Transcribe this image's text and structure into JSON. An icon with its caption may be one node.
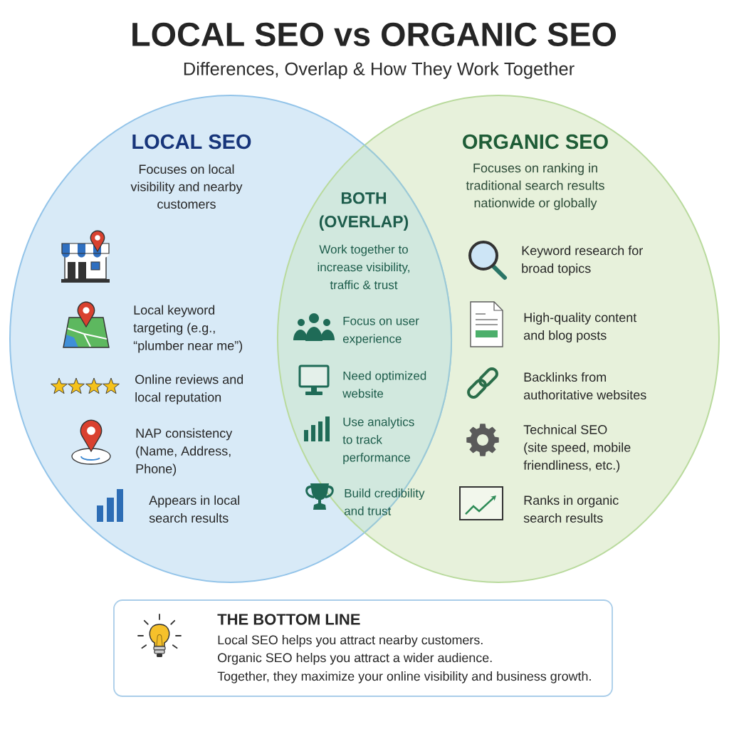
{
  "diagram": {
    "title": "LOCAL SEO vs ORGANIC SEO",
    "nodes": [
      {
        "text": [
          "LOCAL SEO",
          "Focuses on local visibility and nearby customers",
          "Local keyword targeting (e.g., “plumber near me”)",
          "Online reviews and local reputation",
          "NAP consistency (Name, Address, Phone)",
          "Appears in local search results"
        ]
      },
      {
        "text": [
          "ORGANIC SEO",
          "Focuses on ranking in traditional search results nationwide or globally",
          "Keyword research for broad topics",
          "High-quality content and blog posts",
          "Backlinks from authoritative websites",
          "Technical SEO (site speed, mobile friendliness, etc.)",
          "Ranks in organic search results"
        ]
      },
      {
        "text": [
          "BOTH (OVERLAP)",
          "Work together to increase visibility, traffic & trust",
          "Focus on user experience",
          "Need optimized website",
          "Use analytics to track performance",
          "Build credibility and trust"
        ]
      },
      {
        "text": [
          "THE BOTTOM LINE",
          "Local SEO helps you attract nearby customers.",
          "Organic SEO helps you attract a wider audience.",
          "Together, they maximize your online visibility and business growth."
        ]
      }
    ],
    "labels": [
      "Differences, Overlap & How They Work Together"
    ]
  }
}
